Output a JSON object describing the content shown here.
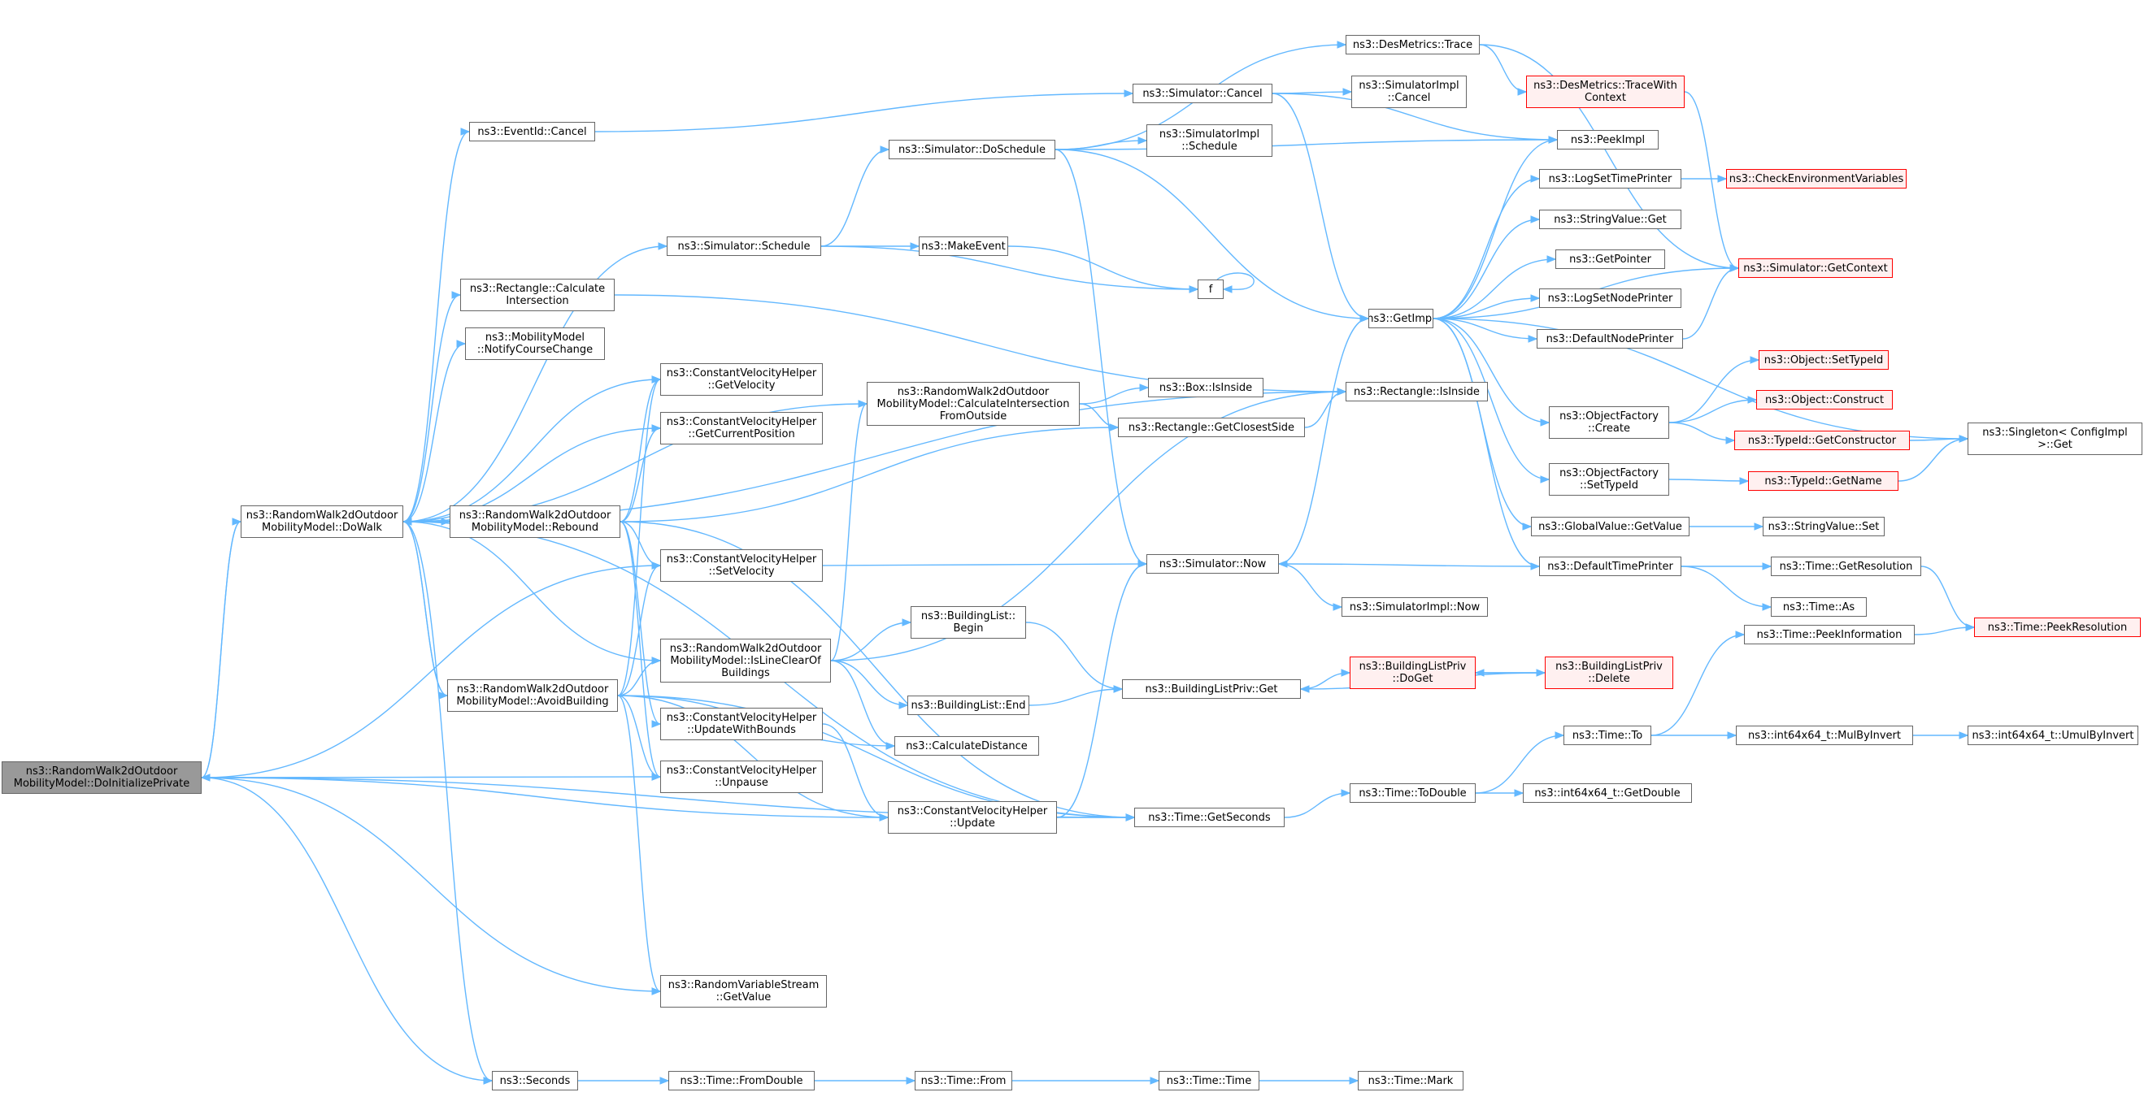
{
  "title": "",
  "colors": {
    "edge": "#63b8ff",
    "node_border": "#666666",
    "red_border": "#ff0000",
    "red_fill": "#fff0f0",
    "root_fill": "#999999"
  },
  "nodes": [
    {
      "id": "root",
      "label": "ns3::RandomWalk2dOutdoor\nMobilityModel::DoInitializePrivate",
      "style": "root"
    },
    {
      "id": "dowalk",
      "label": "ns3::RandomWalk2dOutdoor\nMobilityModel::DoWalk"
    },
    {
      "id": "avoid",
      "label": "ns3::RandomWalk2dOutdoor\nMobilityModel::AvoidBuilding"
    },
    {
      "id": "rebound",
      "label": "ns3::RandomWalk2dOutdoor\nMobilityModel::Rebound"
    },
    {
      "id": "evcancel",
      "label": "ns3::EventId::Cancel"
    },
    {
      "id": "schedule",
      "label": "ns3::Simulator::Schedule"
    },
    {
      "id": "rectcalc",
      "label": "ns3::Rectangle::Calculate\nIntersection"
    },
    {
      "id": "notify",
      "label": "ns3::MobilityModel\n::NotifyCourseChange"
    },
    {
      "id": "seconds",
      "label": "ns3::Seconds"
    },
    {
      "id": "getvel",
      "label": "ns3::ConstantVelocityHelper\n::GetVelocity"
    },
    {
      "id": "getcurpos",
      "label": "ns3::ConstantVelocityHelper\n::GetCurrentPosition"
    },
    {
      "id": "setvel",
      "label": "ns3::ConstantVelocityHelper\n::SetVelocity"
    },
    {
      "id": "lineclear",
      "label": "ns3::RandomWalk2dOutdoor\nMobilityModel::IsLineClearOf\nBuildings"
    },
    {
      "id": "updbounds",
      "label": "ns3::ConstantVelocityHelper\n::UpdateWithBounds"
    },
    {
      "id": "unpause",
      "label": "ns3::ConstantVelocityHelper\n::Unpause"
    },
    {
      "id": "rvsget",
      "label": "ns3::RandomVariableStream\n::GetValue"
    },
    {
      "id": "fromdouble",
      "label": "ns3::Time::FromDouble"
    },
    {
      "id": "doschedule",
      "label": "ns3::Simulator::DoSchedule"
    },
    {
      "id": "makeevent",
      "label": "ns3::MakeEvent"
    },
    {
      "id": "calcfrom",
      "label": "ns3::RandomWalk2dOutdoor\nMobilityModel::CalculateIntersection\nFromOutside"
    },
    {
      "id": "blbegin",
      "label": "ns3::BuildingList::\nBegin"
    },
    {
      "id": "blend",
      "label": "ns3::BuildingList::End"
    },
    {
      "id": "calcdist",
      "label": "ns3::CalculateDistance"
    },
    {
      "id": "cvupdate",
      "label": "ns3::ConstantVelocityHelper\n::Update"
    },
    {
      "id": "timefrom",
      "label": "ns3::Time::From"
    },
    {
      "id": "simcancel",
      "label": "ns3::Simulator::Cancel"
    },
    {
      "id": "desmtrace",
      "label": "ns3::DesMetrics::Trace"
    },
    {
      "id": "f",
      "label": "f"
    },
    {
      "id": "boxinside",
      "label": "ns3::Box::IsInside"
    },
    {
      "id": "closest",
      "label": "ns3::Rectangle::GetClosestSide"
    },
    {
      "id": "simnow",
      "label": "ns3::Simulator::Now"
    },
    {
      "id": "blpget",
      "label": "ns3::BuildingListPriv::Get"
    },
    {
      "id": "getsec",
      "label": "ns3::Time::GetSeconds"
    },
    {
      "id": "timetime",
      "label": "ns3::Time::Time"
    },
    {
      "id": "simimplcancel",
      "label": "ns3::SimulatorImpl\n::Cancel"
    },
    {
      "id": "simimplsched",
      "label": "ns3::SimulatorImpl\n::Schedule"
    },
    {
      "id": "getimpl",
      "label": "ns3::GetImpl"
    },
    {
      "id": "rectinside",
      "label": "ns3::Rectangle::IsInside"
    },
    {
      "id": "simimplnow",
      "label": "ns3::SimulatorImpl::Now"
    },
    {
      "id": "blpdoget",
      "label": "ns3::BuildingListPriv\n::DoGet",
      "style": "red"
    },
    {
      "id": "todouble",
      "label": "ns3::Time::ToDouble"
    },
    {
      "id": "timemark",
      "label": "ns3::Time::Mark"
    },
    {
      "id": "tracectx",
      "label": "ns3::DesMetrics::TraceWith\nContext",
      "style": "red"
    },
    {
      "id": "peekimpl",
      "label": "ns3::PeekImpl"
    },
    {
      "id": "logsettime",
      "label": "ns3::LogSetTimePrinter"
    },
    {
      "id": "strvalget",
      "label": "ns3::StringValue::Get"
    },
    {
      "id": "getpointer",
      "label": "ns3::GetPointer"
    },
    {
      "id": "logsetnode",
      "label": "ns3::LogSetNodePrinter"
    },
    {
      "id": "defnode",
      "label": "ns3::DefaultNodePrinter"
    },
    {
      "id": "ofcreate",
      "label": "ns3::ObjectFactory\n::Create"
    },
    {
      "id": "ofsettid",
      "label": "ns3::ObjectFactory\n::SetTypeId"
    },
    {
      "id": "gvget",
      "label": "ns3::GlobalValue::GetValue"
    },
    {
      "id": "deftime",
      "label": "ns3::DefaultTimePrinter"
    },
    {
      "id": "blpdelete",
      "label": "ns3::BuildingListPriv\n::Delete",
      "style": "red"
    },
    {
      "id": "timeto",
      "label": "ns3::Time::To"
    },
    {
      "id": "getdouble",
      "label": "ns3::int64x64_t::GetDouble"
    },
    {
      "id": "checkenv",
      "label": "ns3::CheckEnvironmentVariables",
      "style": "red"
    },
    {
      "id": "getctx",
      "label": "ns3::Simulator::GetContext",
      "style": "red"
    },
    {
      "id": "objsettid",
      "label": "ns3::Object::SetTypeId",
      "style": "red"
    },
    {
      "id": "objconstruct",
      "label": "ns3::Object::Construct",
      "style": "red"
    },
    {
      "id": "getctor",
      "label": "ns3::TypeId::GetConstructor",
      "style": "red"
    },
    {
      "id": "tidgetname",
      "label": "ns3::TypeId::GetName",
      "style": "red"
    },
    {
      "id": "strvalset",
      "label": "ns3::StringValue::Set"
    },
    {
      "id": "getres",
      "label": "ns3::Time::GetResolution"
    },
    {
      "id": "timeas",
      "label": "ns3::Time::As"
    },
    {
      "id": "peekinfo",
      "label": "ns3::Time::PeekInformation"
    },
    {
      "id": "mulbyinv",
      "label": "ns3::int64x64_t::MulByInvert"
    },
    {
      "id": "singleton",
      "label": "ns3::Singleton< ConfigImpl\n>::Get"
    },
    {
      "id": "peekres",
      "label": "ns3::Time::PeekResolution",
      "style": "red"
    },
    {
      "id": "umulbyinv",
      "label": "ns3::int64x64_t::UmulByInvert"
    }
  ],
  "edges": [
    [
      "root",
      "dowalk"
    ],
    [
      "root",
      "setvel"
    ],
    [
      "root",
      "unpause"
    ],
    [
      "root",
      "cvupdate"
    ],
    [
      "root",
      "rvsget"
    ],
    [
      "root",
      "seconds"
    ],
    [
      "root",
      "getsec"
    ],
    [
      "dowalk",
      "evcancel"
    ],
    [
      "dowalk",
      "schedule"
    ],
    [
      "dowalk",
      "rectcalc"
    ],
    [
      "dowalk",
      "notify"
    ],
    [
      "dowalk",
      "getvel"
    ],
    [
      "dowalk",
      "getcurpos"
    ],
    [
      "dowalk",
      "rebound"
    ],
    [
      "dowalk",
      "avoid"
    ],
    [
      "dowalk",
      "lineclear"
    ],
    [
      "dowalk",
      "calcfrom"
    ],
    [
      "dowalk",
      "rectinside"
    ],
    [
      "dowalk",
      "getsec"
    ],
    [
      "dowalk",
      "seconds"
    ],
    [
      "dowalk",
      "root"
    ],
    [
      "avoid",
      "dowalk"
    ],
    [
      "avoid",
      "setvel"
    ],
    [
      "avoid",
      "lineclear"
    ],
    [
      "avoid",
      "unpause"
    ],
    [
      "avoid",
      "calcdist"
    ],
    [
      "avoid",
      "cvupdate"
    ],
    [
      "avoid",
      "rvsget"
    ],
    [
      "avoid",
      "getsec"
    ],
    [
      "avoid",
      "getvel"
    ],
    [
      "rebound",
      "dowalk"
    ],
    [
      "rebound",
      "getvel"
    ],
    [
      "rebound",
      "getcurpos"
    ],
    [
      "rebound",
      "setvel"
    ],
    [
      "rebound",
      "closest"
    ],
    [
      "rebound",
      "updbounds"
    ],
    [
      "rebound",
      "unpause"
    ],
    [
      "rebound",
      "getsec"
    ],
    [
      "evcancel",
      "simcancel"
    ],
    [
      "schedule",
      "doschedule"
    ],
    [
      "schedule",
      "makeevent"
    ],
    [
      "schedule",
      "f"
    ],
    [
      "rectcalc",
      "rectinside"
    ],
    [
      "seconds",
      "fromdouble"
    ],
    [
      "setvel",
      "simnow"
    ],
    [
      "lineclear",
      "blbegin"
    ],
    [
      "lineclear",
      "blend"
    ],
    [
      "lineclear",
      "calcdist"
    ],
    [
      "lineclear",
      "calcfrom"
    ],
    [
      "lineclear",
      "rectinside"
    ],
    [
      "updbounds",
      "cvupdate"
    ],
    [
      "fromdouble",
      "timefrom"
    ],
    [
      "doschedule",
      "simimplsched"
    ],
    [
      "doschedule",
      "getimpl"
    ],
    [
      "doschedule",
      "desmtrace"
    ],
    [
      "doschedule",
      "simnow"
    ],
    [
      "doschedule",
      "peekimpl"
    ],
    [
      "makeevent",
      "f"
    ],
    [
      "f",
      "f"
    ],
    [
      "calcfrom",
      "boxinside"
    ],
    [
      "calcfrom",
      "closest"
    ],
    [
      "blbegin",
      "blpget"
    ],
    [
      "blend",
      "blpget"
    ],
    [
      "cvupdate",
      "simnow"
    ],
    [
      "cvupdate",
      "getsec"
    ],
    [
      "timefrom",
      "timetime"
    ],
    [
      "simcancel",
      "simimplcancel"
    ],
    [
      "simcancel",
      "getimpl"
    ],
    [
      "simcancel",
      "peekimpl"
    ],
    [
      "desmtrace",
      "tracectx"
    ],
    [
      "desmtrace",
      "getctx"
    ],
    [
      "closest",
      "rectinside"
    ],
    [
      "simnow",
      "getimpl"
    ],
    [
      "simnow",
      "simimplnow"
    ],
    [
      "blpget",
      "blpdoget"
    ],
    [
      "getsec",
      "todouble"
    ],
    [
      "timetime",
      "timemark"
    ],
    [
      "getimpl",
      "peekimpl"
    ],
    [
      "getimpl",
      "logsettime"
    ],
    [
      "getimpl",
      "strvalget"
    ],
    [
      "getimpl",
      "getpointer"
    ],
    [
      "getimpl",
      "logsetnode"
    ],
    [
      "getimpl",
      "defnode"
    ],
    [
      "getimpl",
      "ofcreate"
    ],
    [
      "getimpl",
      "ofsettid"
    ],
    [
      "getimpl",
      "gvget"
    ],
    [
      "getimpl",
      "deftime"
    ],
    [
      "getimpl",
      "getctx"
    ],
    [
      "getimpl",
      "singleton"
    ],
    [
      "blpdoget",
      "blpdelete"
    ],
    [
      "blpdelete",
      "blpdoget"
    ],
    [
      "blpdelete",
      "blpget"
    ],
    [
      "todouble",
      "timeto"
    ],
    [
      "todouble",
      "getdouble"
    ],
    [
      "tracectx",
      "getctx"
    ],
    [
      "logsettime",
      "checkenv"
    ],
    [
      "defnode",
      "getctx"
    ],
    [
      "ofcreate",
      "objsettid"
    ],
    [
      "ofcreate",
      "objconstruct"
    ],
    [
      "ofcreate",
      "getctor"
    ],
    [
      "ofsettid",
      "tidgetname"
    ],
    [
      "gvget",
      "strvalset"
    ],
    [
      "deftime",
      "simnow"
    ],
    [
      "deftime",
      "getres"
    ],
    [
      "deftime",
      "timeas"
    ],
    [
      "timeto",
      "peekinfo"
    ],
    [
      "timeto",
      "mulbyinv"
    ],
    [
      "getctor",
      "singleton"
    ],
    [
      "tidgetname",
      "singleton"
    ],
    [
      "getres",
      "peekres"
    ],
    [
      "peekinfo",
      "peekres"
    ],
    [
      "mulbyinv",
      "umulbyinv"
    ]
  ]
}
